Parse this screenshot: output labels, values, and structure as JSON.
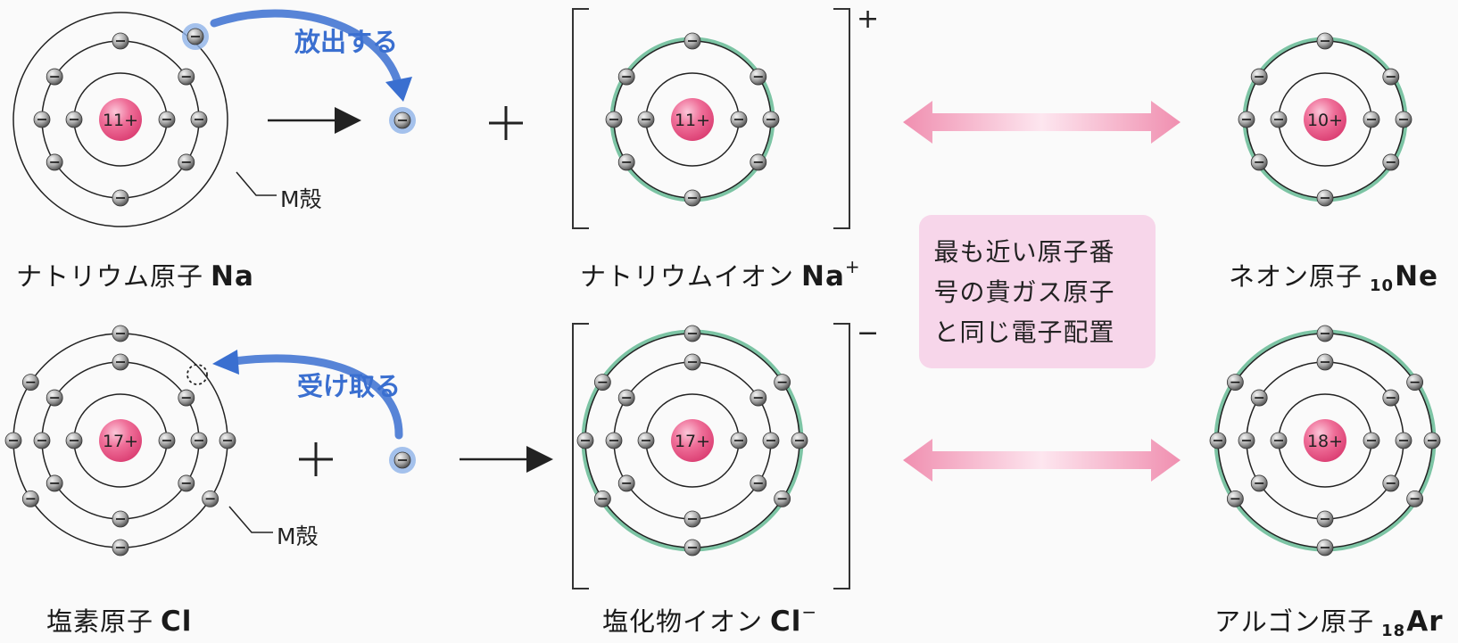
{
  "verbs": {
    "release": "放出する",
    "receive": "受け取る"
  },
  "shell_label": "M殻",
  "ion_charges": {
    "plus": "+",
    "minus": "−"
  },
  "callout": "最も近い原子番\n号の貴ガス原子\nと同じ電子配置",
  "labels": {
    "na_atom": {
      "text": "ナトリウム原子",
      "symbol": "Na"
    },
    "na_ion": {
      "text": "ナトリウムイオン",
      "symbol": "Na",
      "sup": "+"
    },
    "ne_atom": {
      "text": "ネオン原子",
      "sub": "10",
      "symbol": "Ne"
    },
    "cl_atom": {
      "text": "塩素原子",
      "symbol": "Cl"
    },
    "cl_ion": {
      "text": "塩化物イオン",
      "symbol": "Cl",
      "sup": "−"
    },
    "ar_atom": {
      "text": "アルゴン原子",
      "sub": "18",
      "symbol": "Ar"
    }
  },
  "atoms": [
    {
      "id": "na-atom",
      "nucleus": "11+",
      "shells": [
        2,
        8,
        1
      ],
      "noble_outline": false
    },
    {
      "id": "na-ion",
      "nucleus": "11+",
      "shells": [
        2,
        8
      ],
      "noble_outline": true
    },
    {
      "id": "ne-atom",
      "nucleus": "10+",
      "shells": [
        2,
        8
      ],
      "noble_outline": true
    },
    {
      "id": "cl-atom",
      "nucleus": "17+",
      "shells": [
        2,
        8,
        7
      ],
      "noble_outline": false
    },
    {
      "id": "cl-ion",
      "nucleus": "17+",
      "shells": [
        2,
        8,
        8
      ],
      "noble_outline": true
    },
    {
      "id": "ar-atom",
      "nucleus": "18+",
      "shells": [
        2,
        8,
        8
      ],
      "noble_outline": true
    }
  ],
  "colors": {
    "nucleus": "#ee5c8a",
    "transfer": "#3a6fd0",
    "electron_halo": "#8fb3e8",
    "noble_shell": "#7cc4a4",
    "double_arrow": "#f08fb0",
    "callout_bg": "#f7d6ea"
  }
}
